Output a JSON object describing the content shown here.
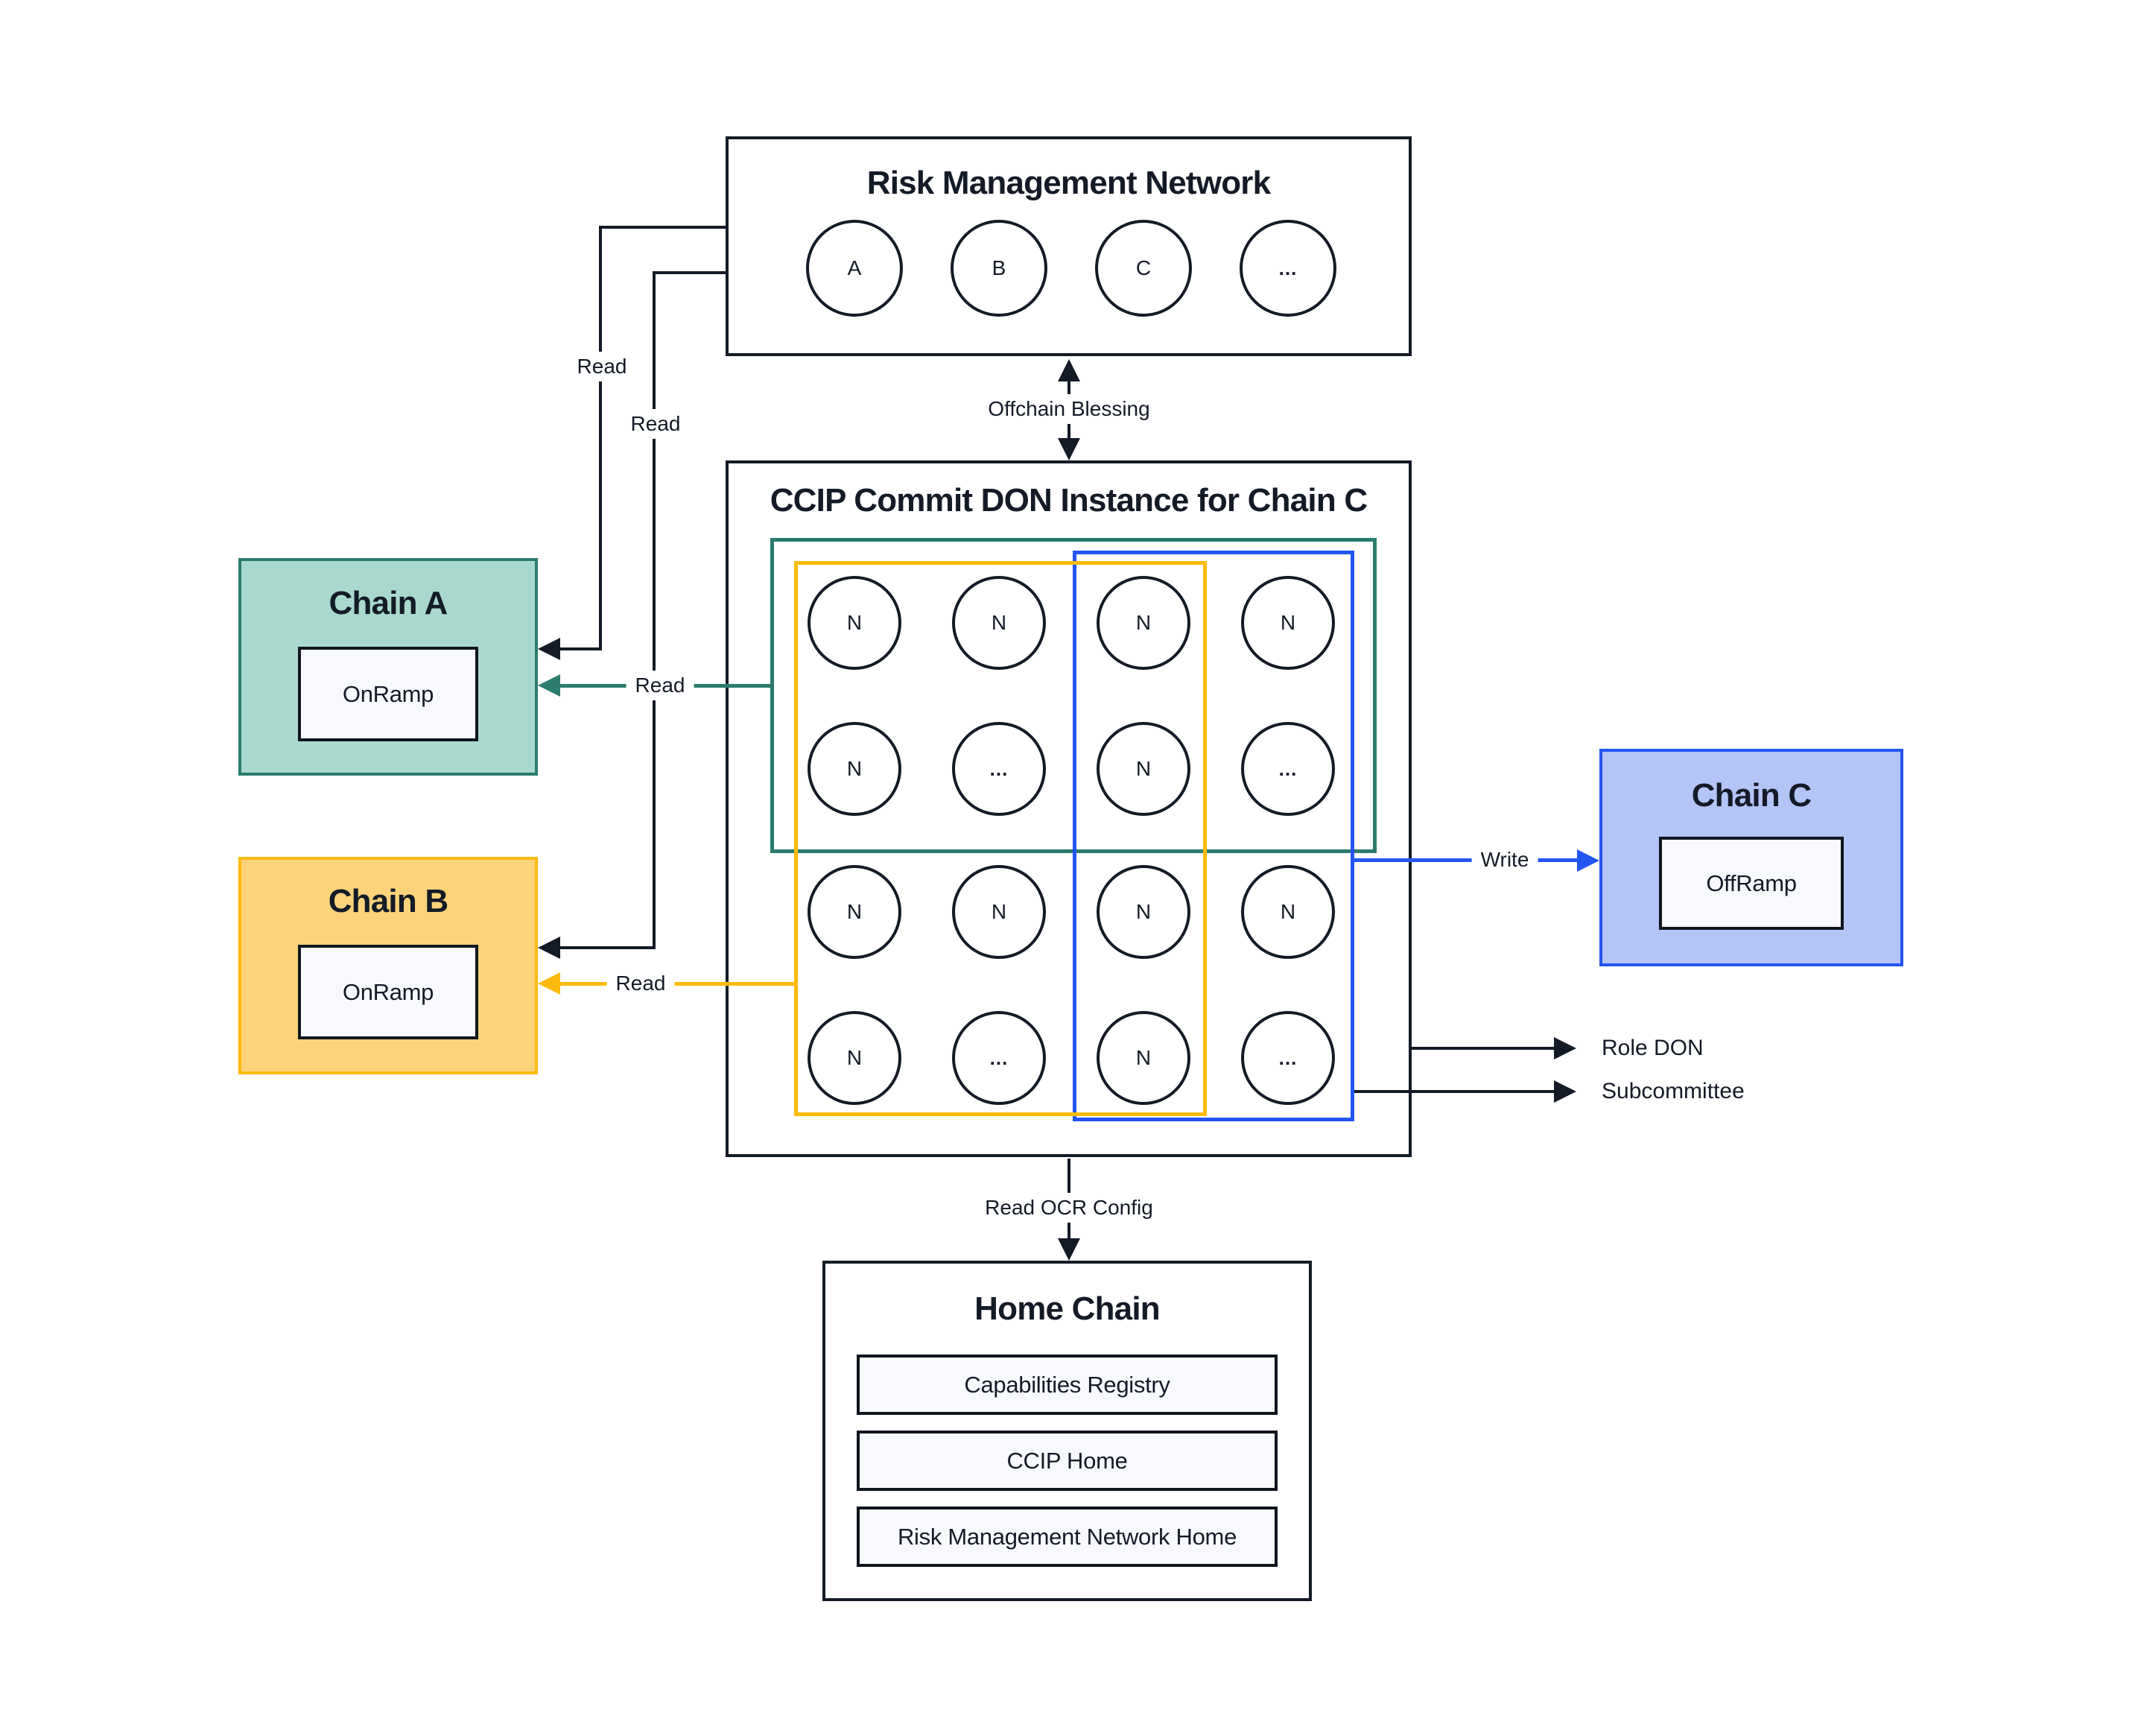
{
  "rmn": {
    "title": "Risk Management Network",
    "nodes": [
      "A",
      "B",
      "C",
      "..."
    ]
  },
  "don": {
    "title": "CCIP Commit DON Instance for Chain C",
    "grid": [
      [
        "N",
        "N",
        "N",
        "N"
      ],
      [
        "N",
        "...",
        "N",
        "..."
      ],
      [
        "N",
        "N",
        "N",
        "N"
      ],
      [
        "N",
        "...",
        "N",
        "..."
      ]
    ]
  },
  "chain_a": {
    "title": "Chain A",
    "contract": "OnRamp"
  },
  "chain_b": {
    "title": "Chain B",
    "contract": "OnRamp"
  },
  "chain_c": {
    "title": "Chain C",
    "contract": "OffRamp"
  },
  "home": {
    "title": "Home Chain",
    "contracts": [
      "Capabilities Registry",
      "CCIP Home",
      "Risk Management Network Home"
    ]
  },
  "connections": {
    "rmn_to_chain_a": "Read",
    "rmn_to_chain_b": "Read",
    "don_to_chain_a": "Read",
    "don_to_chain_b": "Read",
    "offchain_blessing": "Offchain Blessing",
    "write": "Write",
    "read_ocr_config": "Read OCR Config",
    "role_don": "Role DON",
    "subcommittee": "Subcommittee"
  },
  "colors": {
    "navy": "#141b27",
    "ink": "#10151f",
    "teal-border": "#2b7c6e",
    "teal-fill": "#a9d8cf",
    "yellow-border": "#fcba0c",
    "yellow-fill": "#fcd37a",
    "blue-border": "#2355f1",
    "blue-fill": "#b5c4f7",
    "panel-fill": "#f8f9fd"
  }
}
